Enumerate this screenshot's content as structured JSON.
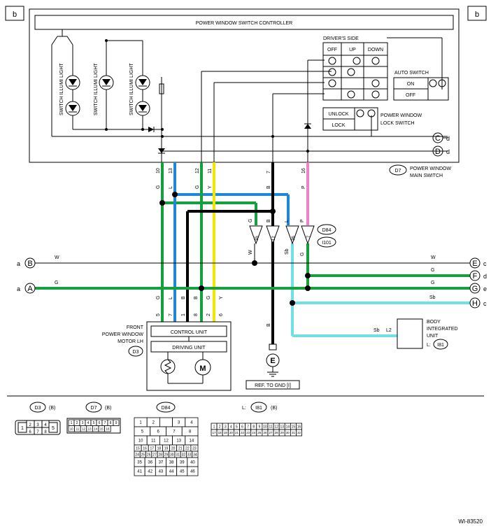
{
  "page_markers": {
    "left": "b",
    "right": "b"
  },
  "controller": {
    "title": "POWER WINDOW SWITCH CONTROLLER",
    "illumi_label": "SWITCH ILLUMI LIGHT",
    "drivers_side": {
      "title": "DRIVER'S SIDE",
      "cols": [
        "OFF",
        "UP",
        "DOWN"
      ]
    },
    "auto_switch": {
      "title": "AUTO SWITCH",
      "rows": [
        "ON",
        "OFF"
      ]
    },
    "lock_switch": {
      "title_line1": "POWER WINDOW",
      "title_line2": "LOCK SWITCH",
      "rows": [
        "UNLOCK",
        "LOCK"
      ]
    },
    "main_switch": {
      "code": "D7",
      "line1": "POWER WINDOW",
      "line2": "MAIN SWITCH"
    }
  },
  "main_switch_pins": {
    "pins": [
      "10",
      "13",
      "12",
      "11",
      "7",
      "16"
    ],
    "wires": [
      "G",
      "L",
      "G",
      "Y",
      "B",
      "P"
    ]
  },
  "joint_connector": {
    "codes": [
      "D84",
      "I101"
    ],
    "pins": [
      "35",
      "12",
      "36",
      "7"
    ],
    "wires_top": [
      "G",
      "B",
      "L",
      "P"
    ],
    "wires_bottom": [
      "W",
      "",
      "Sb",
      "G"
    ]
  },
  "lines": {
    "B": {
      "letter": "B",
      "left_ref": "a",
      "right_ref": "c",
      "right_letter": "E",
      "wire": "W"
    },
    "A": {
      "letter": "A",
      "left_ref": "a",
      "right_ref": "e",
      "right_letter": "G",
      "wire": "G"
    },
    "F": {
      "letter": "F",
      "ref": "d",
      "wire": "G"
    },
    "H": {
      "letter": "H",
      "ref": "c",
      "wire": "Sb"
    },
    "C": {
      "letter": "C",
      "ref": "d"
    },
    "D": {
      "letter": "D",
      "ref": "d"
    }
  },
  "motor": {
    "title_lines": [
      "FRONT",
      "POWER WINDOW",
      "MOTOR LH"
    ],
    "code": "D3",
    "control_unit": "CONTROL UNIT",
    "driving_unit": "DRIVING UNIT",
    "motor_symbol": "M",
    "pins": [
      "5",
      "7",
      "1",
      "8",
      "2",
      "6"
    ],
    "wires": [
      "G",
      "L",
      "B",
      "B",
      "G",
      "Y"
    ]
  },
  "ground": {
    "letter": "E",
    "wire": "B",
    "label": "REF. TO GND [I]"
  },
  "body_unit": {
    "title_lines": [
      "BODY",
      "INTEGRATED",
      "UNIT"
    ],
    "code_prefix": "L:",
    "code": "I81",
    "wire": "Sb",
    "pin": "L2"
  },
  "connectors": {
    "d3": {
      "code": "D3",
      "tag": "(B)",
      "top": [
        "2",
        "3",
        "4"
      ],
      "bottom": [
        "6",
        "7",
        "8"
      ],
      "left": "1",
      "right": "5"
    },
    "d7": {
      "code": "D7",
      "tag": "(B)",
      "top": [
        "1",
        "2",
        "3",
        "4",
        "5",
        "6",
        "7",
        "8",
        "9"
      ],
      "bottom": [
        "10",
        "11",
        "12",
        "13",
        "14",
        "15",
        "16"
      ]
    },
    "d84": {
      "code": "D84",
      "rows": [
        [
          "1",
          "2",
          "",
          "3",
          "4"
        ],
        [
          "5",
          "6",
          "7",
          "8"
        ],
        [
          "10",
          "11",
          "12",
          "13",
          "14"
        ],
        [
          "15",
          "16",
          "17",
          "18",
          "19",
          "20",
          "21",
          "22",
          "23"
        ],
        [
          "24",
          "25",
          "26",
          "27",
          "28",
          "29",
          "30",
          "31",
          "32",
          "33",
          "34"
        ],
        [
          "35",
          "36",
          "37",
          "38",
          "39",
          "40"
        ],
        [
          "41",
          "42",
          "43",
          "44",
          "45",
          "46"
        ]
      ]
    },
    "i81": {
      "code": "I81",
      "prefix": "L:",
      "tag": "(B)",
      "top": [
        "1",
        "2",
        "3",
        "4",
        "5",
        "6",
        "7",
        "8",
        "9",
        "10",
        "11",
        "12",
        "13",
        "14",
        "15",
        "16"
      ],
      "bottom": [
        "17",
        "18",
        "19",
        "20",
        "21",
        "22",
        "23",
        "24",
        "25",
        "26",
        "27",
        "28",
        "29",
        "30",
        "31",
        "32"
      ]
    }
  },
  "figure_id": "WI-83520",
  "colors": {
    "green": "#14a03c",
    "blue": "#1e88d8",
    "yellow": "#f2e600",
    "black": "#000000",
    "pink": "#ee82c8",
    "skyblue": "#6fe0e8"
  }
}
